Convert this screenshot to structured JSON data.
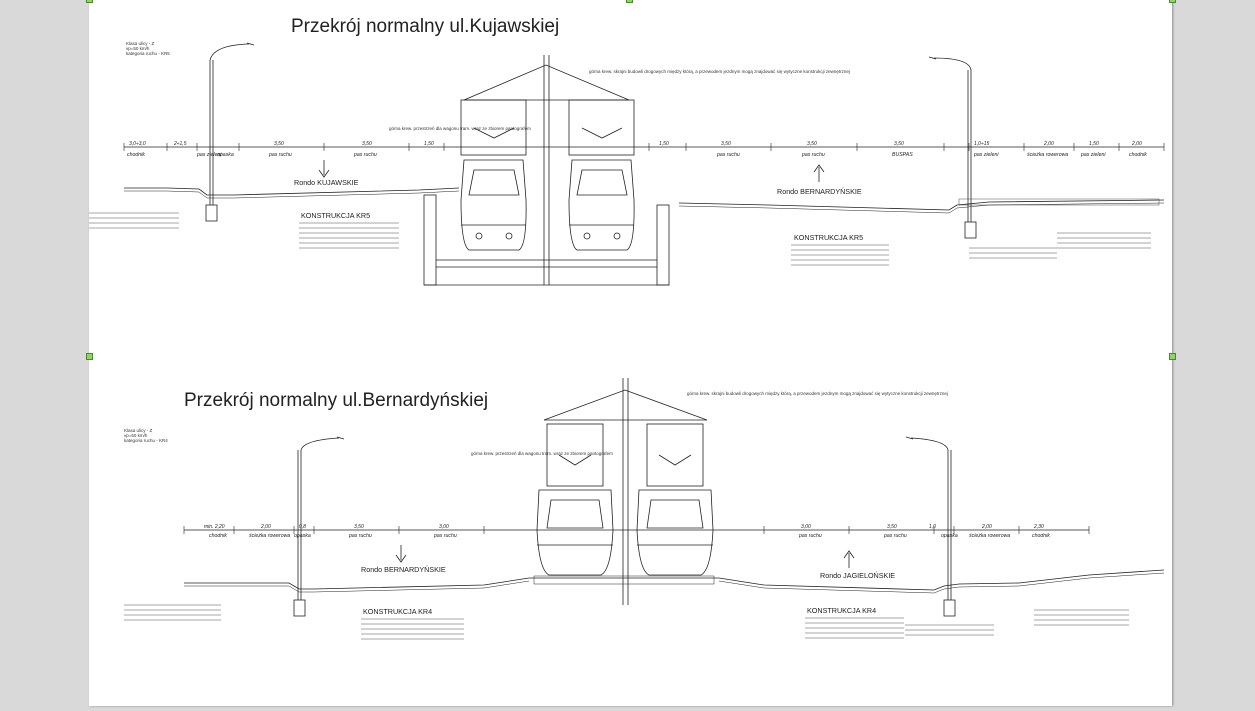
{
  "sections": [
    {
      "title": "Przekrój normalny ul.Kujawskiej",
      "meta": [
        "Klasa ulicy - Z",
        "vp=50 km/h",
        "kategoria ruchu - KR5"
      ],
      "lane_labels": [
        "chodnik",
        "pas zieleni",
        "opaska",
        "pas ruchu",
        "pas ruchu",
        "pas ruchu",
        "pas ruchu",
        "BUSPAS",
        "pas zieleni",
        "ścieżka rowerowa",
        "pas zieleni",
        "chodnik"
      ],
      "dimensions": [
        "3,0÷3,0",
        "2÷1,5",
        "3,50",
        "3,50",
        "1,50",
        "1,50",
        "3,50",
        "3,50",
        "3,50",
        "1,0÷15",
        "2,00",
        "1,50",
        "2,00"
      ],
      "direction_left": "Rondo KUJAWSKIE",
      "direction_right": "Rondo BERNARDYŃSKIE",
      "construction_left": "KONSTRUKCJA KR5",
      "construction_right": "KONSTRUKCJA KR5",
      "tram_note_left": "górna krew. przestrzeń dla wagonu tram. wraz ze zbiorem pantografem",
      "tram_note_right": "górna krew. skrajni budowli drogowych między którą, a przewodem jezdnym mogą znajdować się wytyczne konstrukcji zewnętrznej"
    },
    {
      "title": "Przekrój normalny ul.Bernardyńskiej",
      "meta": [
        "Klasa ulicy - Z",
        "vp=50 km/h",
        "kategoria ruchu - KR4"
      ],
      "lane_labels": [
        "chodnik",
        "ścieżka rowerowa",
        "opaska",
        "pas ruchu",
        "pas ruchu",
        "pas ruchu",
        "pas ruchu",
        "opaska",
        "ścieżka rowerowa",
        "chodnik"
      ],
      "dimensions": [
        "min. 2,20",
        "2,00",
        "0,8",
        "3,50",
        "3,00",
        "3,00",
        "3,50",
        "1,0",
        "2,00",
        "2,30"
      ],
      "direction_left": "Rondo BERNARDYŃSKIE",
      "direction_right": "Rondo JAGIELOŃSKIE",
      "construction_left": "KONSTRUKCJA KR4",
      "construction_right": "KONSTRUKCJA KR4",
      "tram_note_left": "górna krew. przestrzeń dla wagonu tram. wraz ze zbiorem pantografem",
      "tram_note_right": "górna krew. skrajni budowli drogowych między którą, a przewodem jezdnym mogą znajdować się wytyczne konstrukcji zewnętrznej"
    }
  ]
}
